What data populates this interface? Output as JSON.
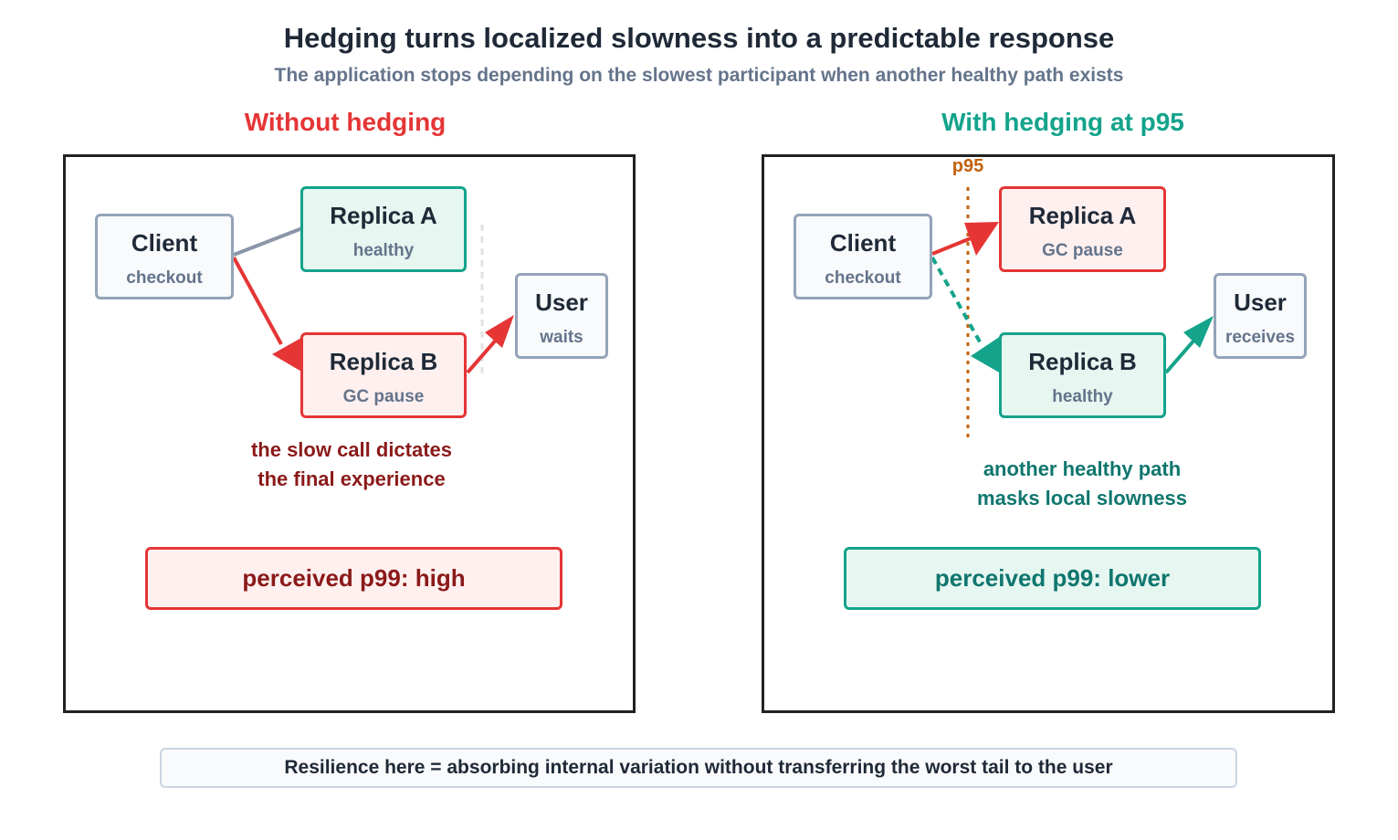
{
  "title": "Hedging turns localized slowness into a predictable response",
  "subtitle": "The application stops depending on the slowest participant when another healthy path exists",
  "left": {
    "heading": "Without hedging",
    "client": {
      "name": "Client",
      "sub": "checkout"
    },
    "replica_a": {
      "name": "Replica A",
      "sub": "healthy"
    },
    "replica_b": {
      "name": "Replica B",
      "sub": "GC pause"
    },
    "user": {
      "name": "User",
      "sub": "waits"
    },
    "note_line1": "the slow call dictates",
    "note_line2": "the final experience",
    "result": "perceived p99: high"
  },
  "right": {
    "heading": "With hedging at p95",
    "marker": "p95",
    "client": {
      "name": "Client",
      "sub": "checkout"
    },
    "replica_a": {
      "name": "Replica A",
      "sub": "GC pause"
    },
    "replica_b": {
      "name": "Replica B",
      "sub": "healthy"
    },
    "user": {
      "name": "User",
      "sub": "receives"
    },
    "note_line1": "another healthy path",
    "note_line2": "masks local slowness",
    "result": "perceived p99: lower"
  },
  "footer": "Resilience here = absorbing internal variation without transferring the worst tail to the user",
  "colors": {
    "red": "#e53535",
    "dark_red": "#8b1a1a",
    "green": "#14a38b",
    "dark_green": "#0f766e",
    "gray": "#94a3b8",
    "orange": "#c2610c",
    "text": "#1f2937"
  }
}
